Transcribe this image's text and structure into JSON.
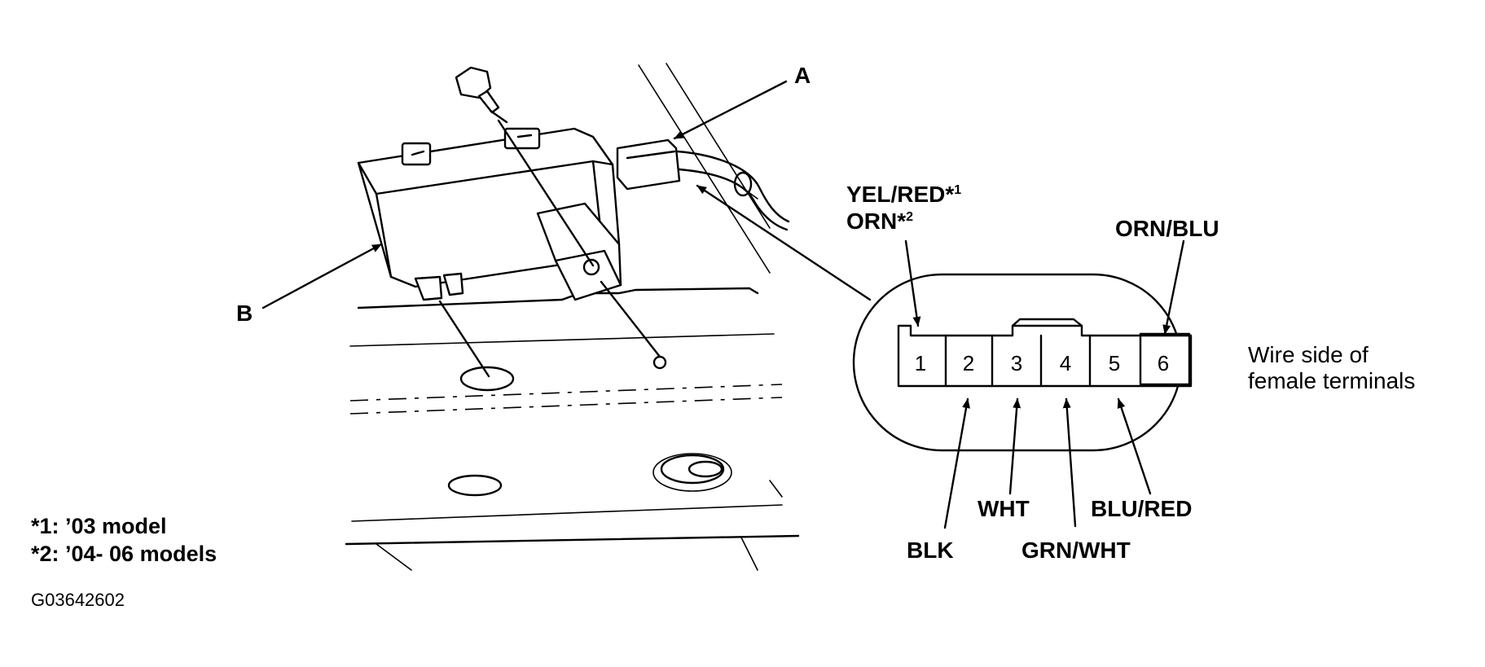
{
  "callouts": {
    "a": "A",
    "b": "B"
  },
  "wire_labels": {
    "pin1_line1": "YEL/RED*",
    "pin1_line1_sup": "1",
    "pin1_line2": "ORN*",
    "pin1_line2_sup": "2",
    "pin6": "ORN/BLU",
    "pin2": "BLK",
    "pin3": "WHT",
    "pin4": "GRN/WHT",
    "pin5": "BLU/RED"
  },
  "pins": [
    "1",
    "2",
    "3",
    "4",
    "5",
    "6"
  ],
  "connector_caption": {
    "line1": "Wire side of",
    "line2": "female terminals"
  },
  "notes": {
    "note1": "*1: ’03 model",
    "note2": "*2: ’04- 06 models"
  },
  "figure_id": "G03642602"
}
